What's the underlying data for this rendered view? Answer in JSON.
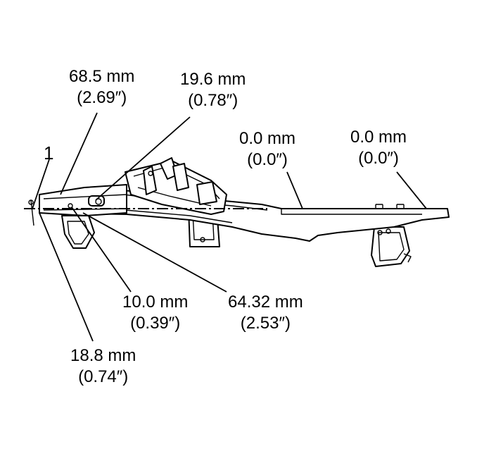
{
  "callout": {
    "number": "1"
  },
  "dimensions": [
    {
      "id": "dim-68-5",
      "metric": "68.5 mm",
      "imperial": "(2.69″)"
    },
    {
      "id": "dim-19-6",
      "metric": "19.6 mm",
      "imperial": "(0.78″)"
    },
    {
      "id": "dim-0-0-a",
      "metric": "0.0 mm",
      "imperial": "(0.0″)"
    },
    {
      "id": "dim-0-0-b",
      "metric": "0.0 mm",
      "imperial": "(0.0″)"
    },
    {
      "id": "dim-10-0",
      "metric": "10.0 mm",
      "imperial": "(0.39″)"
    },
    {
      "id": "dim-64-32",
      "metric": "64.32 mm",
      "imperial": "(2.53″)"
    },
    {
      "id": "dim-18-8",
      "metric": "18.8 mm",
      "imperial": "(0.74″)"
    }
  ]
}
